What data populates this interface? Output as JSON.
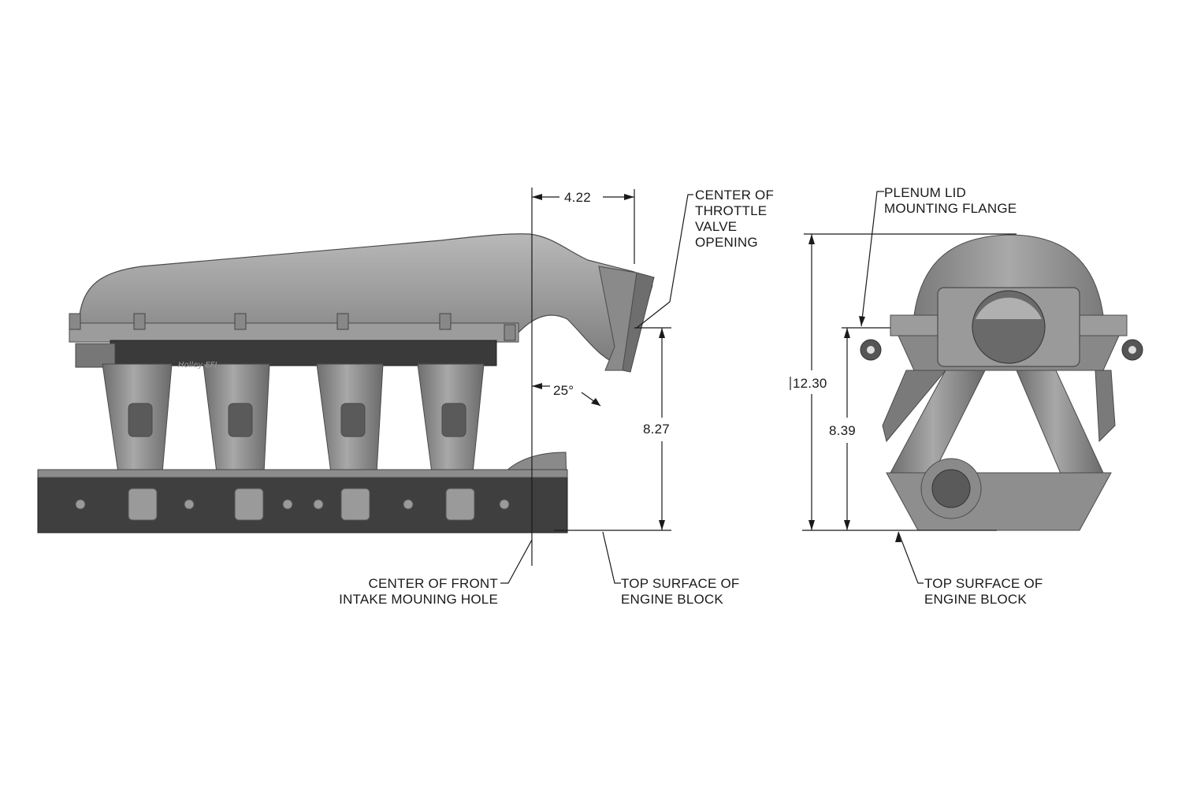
{
  "side_view": {
    "dim_horizontal": "4.22",
    "dim_angle": "25°",
    "dim_vertical": "8.27",
    "callout_throttle": [
      "CENTER OF",
      "THROTTLE",
      "VALVE",
      "OPENING"
    ],
    "callout_front_hole": [
      "CENTER OF FRONT",
      "INTAKE MOUNING HOLE"
    ],
    "callout_block": [
      "TOP SURFACE OF",
      "ENGINE BLOCK"
    ],
    "logo_text": "Holley EFI"
  },
  "front_view": {
    "dim_overall": "12.30",
    "dim_flange": "8.39",
    "callout_flange": [
      "PLENUM LID",
      "MOUNTING FLANGE"
    ],
    "callout_block": [
      "TOP SURFACE OF",
      "ENGINE BLOCK"
    ]
  },
  "colors": {
    "body": "#8f8f8f",
    "dark": "#3a3a3a",
    "line": "#1a1a1a"
  }
}
